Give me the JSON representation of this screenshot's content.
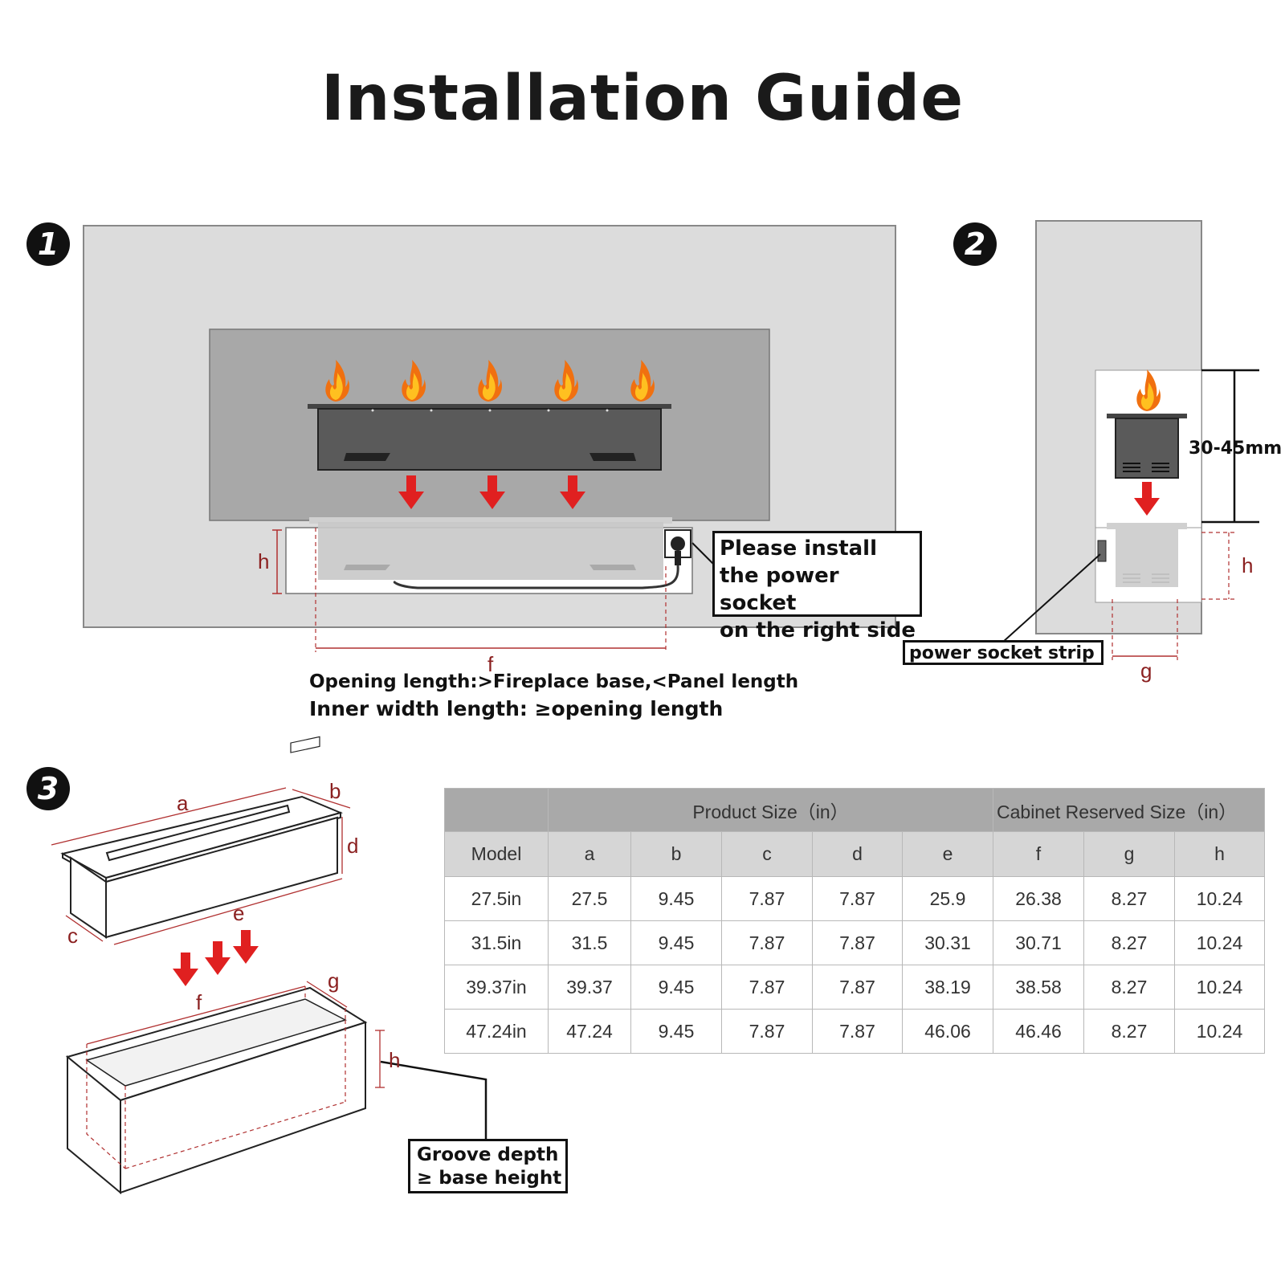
{
  "title": "Installation Guide",
  "steps": [
    "1",
    "2",
    "3"
  ],
  "step1": {
    "callout": [
      "Please install",
      "the power socket",
      "on the right side"
    ],
    "dim_h": "h",
    "dim_f": "f",
    "note_line1": "Opening length:>Fireplace base,<Panel length",
    "note_line2": "Inner width length: ≥opening length"
  },
  "step2": {
    "height_label": "30-45mm",
    "dim_h": "h",
    "dim_g": "g",
    "callout": "power socket strip"
  },
  "step3": {
    "dims": {
      "a": "a",
      "b": "b",
      "c": "c",
      "d": "d",
      "e": "e",
      "f": "f",
      "g": "g",
      "h": "h"
    },
    "callout": [
      "Groove depth",
      "≥ base height"
    ]
  },
  "table": {
    "group_headers": {
      "product": "Product Size（in）",
      "cabinet": "Cabinet Reserved Size（in）"
    },
    "columns": [
      "Model",
      "a",
      "b",
      "c",
      "d",
      "e",
      "f",
      "g",
      "h"
    ],
    "rows": [
      [
        "27.5in",
        "27.5",
        "9.45",
        "7.87",
        "7.87",
        "25.9",
        "26.38",
        "8.27",
        "10.24"
      ],
      [
        "31.5in",
        "31.5",
        "9.45",
        "7.87",
        "7.87",
        "30.31",
        "30.71",
        "8.27",
        "10.24"
      ],
      [
        "39.37in",
        "39.37",
        "9.45",
        "7.87",
        "7.87",
        "38.19",
        "38.58",
        "8.27",
        "10.24"
      ],
      [
        "47.24in",
        "47.24",
        "9.45",
        "7.87",
        "7.87",
        "46.06",
        "46.46",
        "8.27",
        "10.24"
      ]
    ]
  },
  "colors": {
    "arrow": "#e02020",
    "flame_outer": "#f07010",
    "flame_inner": "#ffc020",
    "dim_line": "#b03030",
    "wall": "#dcdcdc",
    "panel": "#a8a8a8"
  }
}
